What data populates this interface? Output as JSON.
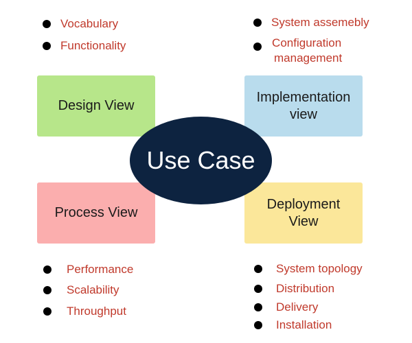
{
  "colors": {
    "design_box": "#b7e68a",
    "implementation_box": "#b9dced",
    "process_box": "#fbaeae",
    "deployment_box": "#fbe79a",
    "center": "#0d2340",
    "bullet_text": "#c0392b"
  },
  "center": {
    "label": "Use Case"
  },
  "design_view": {
    "label": "Design View",
    "bullets": [
      "Vocabulary",
      "Functionality"
    ]
  },
  "implementation_view": {
    "label_line1": "Implementation",
    "label_line2": "view",
    "bullets": [
      {
        "line1": "System assemebly",
        "line2": ""
      },
      {
        "line1": "Configuration",
        "line2": "management"
      }
    ]
  },
  "process_view": {
    "label": "Process View",
    "bullets": [
      "Performance",
      "Scalability",
      "Throughput"
    ]
  },
  "deployment_view": {
    "label_line1": "Deployment",
    "label_line2": "View",
    "bullets": [
      "System topology",
      "Distribution",
      "Delivery",
      "Installation"
    ]
  }
}
